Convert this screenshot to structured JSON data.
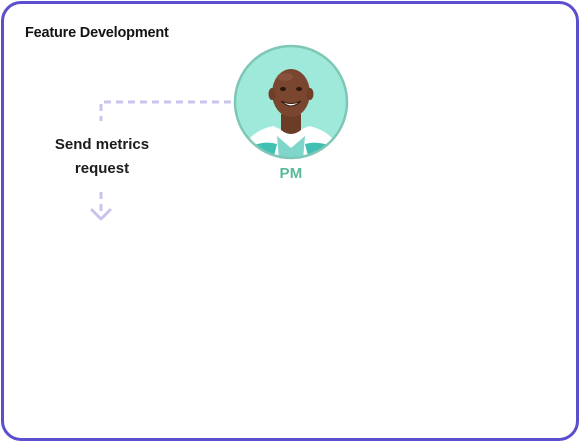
{
  "diagram": {
    "title": "Feature Development",
    "step": {
      "line1": "Send metrics",
      "line2": "request"
    },
    "actor": {
      "role": "PM",
      "avatar_bg": "#9ee9d9",
      "avatar_ring": "#7ec7b7"
    },
    "colors": {
      "frame": "#5b4fd0",
      "connector": "#c9c4ec",
      "role_text": "#58b89a"
    }
  }
}
